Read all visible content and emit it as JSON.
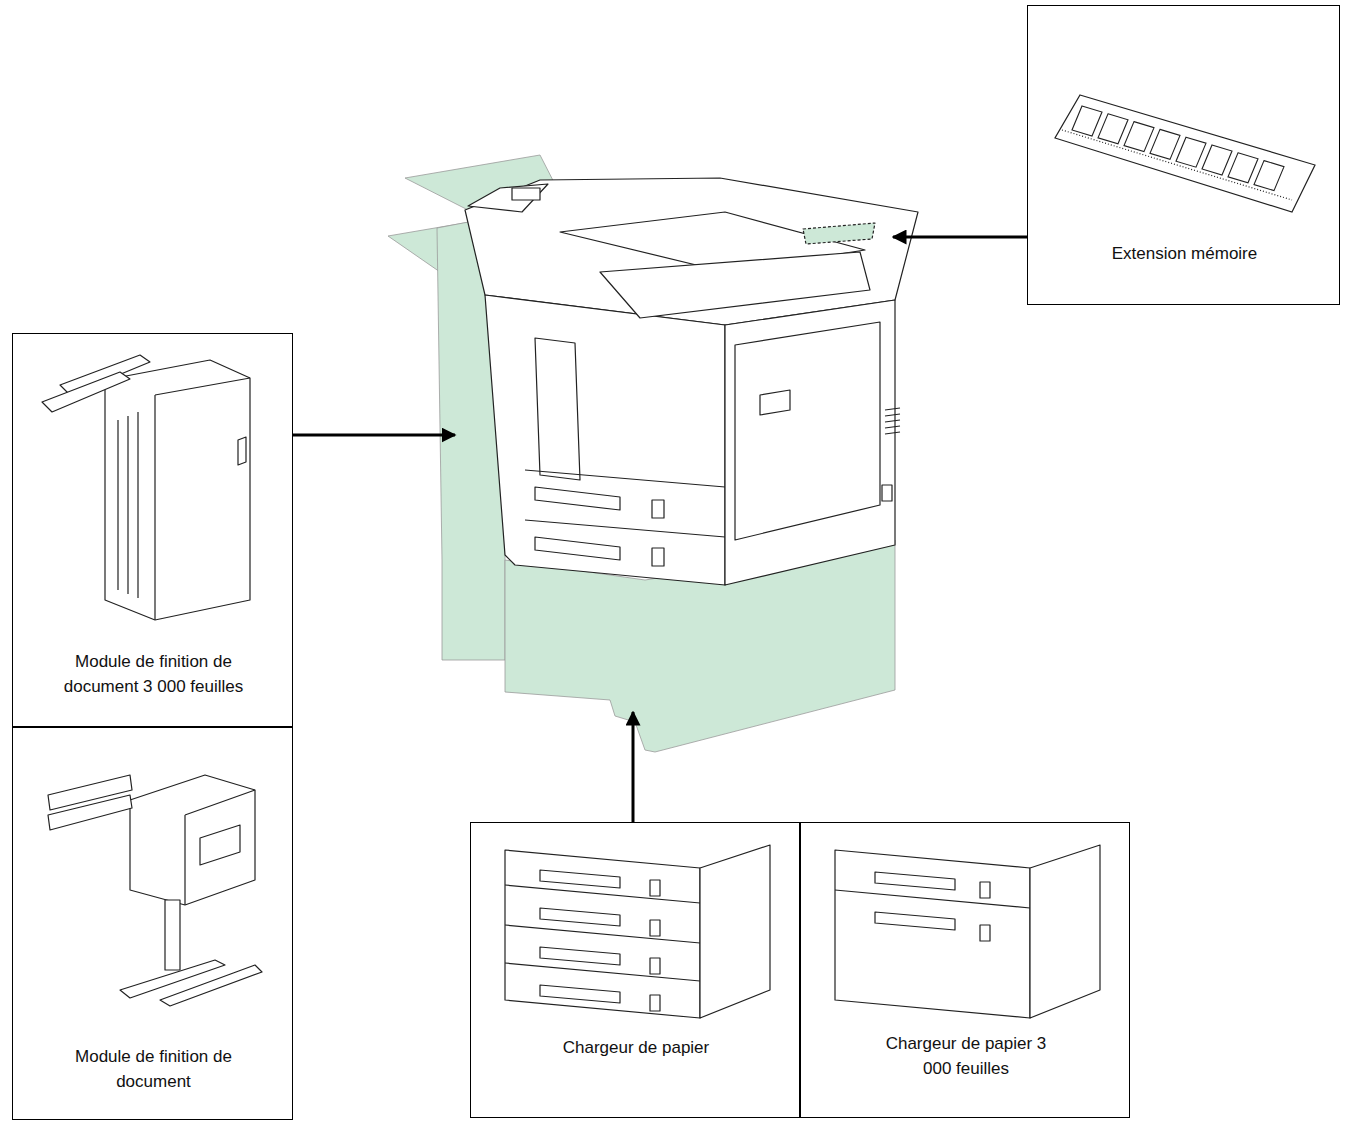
{
  "diagram": {
    "nodes": [
      {
        "text": [
          "Extension mémoire"
        ]
      },
      {
        "text": [
          "Module de finition de document 3 000 feuilles"
        ]
      },
      {
        "text": [
          "Module de finition de document"
        ]
      },
      {
        "text": [
          "Chargeur de papier"
        ]
      },
      {
        "text": [
          "Chargeur de papier 3 000 feuilles"
        ]
      }
    ]
  }
}
